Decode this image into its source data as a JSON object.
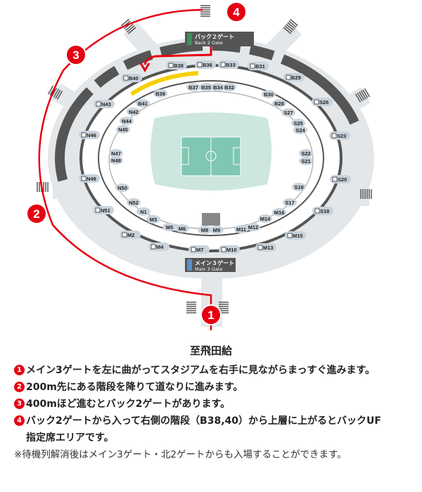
{
  "colors": {
    "route": "#e60012",
    "highlight": "#f5d000",
    "back_gate": "#3f8f5a",
    "main_gate": "#5b8fcb",
    "pitch": "#7fc7b2",
    "dark": "#555555",
    "plaza": "#e3e7ea"
  },
  "gates": {
    "back2": {
      "ja": "バック２ゲート",
      "en": "Back 2 Gate"
    },
    "main3": {
      "ja": "メイン３ゲート",
      "en": "Main 3 Gate"
    }
  },
  "markers": [
    "1",
    "2",
    "3",
    "4"
  ],
  "destination": "至飛田給",
  "upper_seats": [
    "B38",
    "B36",
    "B33",
    "B31",
    "B40",
    "B29",
    "N43",
    "S26",
    "N46",
    "S23",
    "N49",
    "S20",
    "N51",
    "S18",
    "M2",
    "M15",
    "M4",
    "M7",
    "M10",
    "M13"
  ],
  "lower_seats": [
    "B39",
    "B37",
    "B35",
    "B34",
    "B32",
    "B30",
    "B41",
    "B28",
    "N42",
    "S27",
    "N44",
    "S25",
    "N45",
    "S24",
    "N47",
    "S22",
    "N48",
    "S21",
    "N50",
    "S19",
    "N52",
    "S17",
    "N1",
    "M16",
    "M3",
    "M14",
    "M5",
    "M6",
    "M8",
    "M9",
    "M11",
    "M12"
  ],
  "steps": [
    {
      "num": "1",
      "text": "メイン3ゲートを左に曲がってスタジアムを右手に見ながらまっすぐ進みます。"
    },
    {
      "num": "2",
      "text": "200m先にある階段を降りて道なりに進みます。"
    },
    {
      "num": "3",
      "text": "400mほど進むとバック2ゲートがあります。"
    },
    {
      "num": "4",
      "text": "バック2ゲートから入って右側の階段（B38,40）から上層に上がるとバックUF",
      "cont": "指定席エリアです。"
    }
  ],
  "note": "※待機列解消後はメイン3ゲート・北2ゲートからも入場することができます。"
}
